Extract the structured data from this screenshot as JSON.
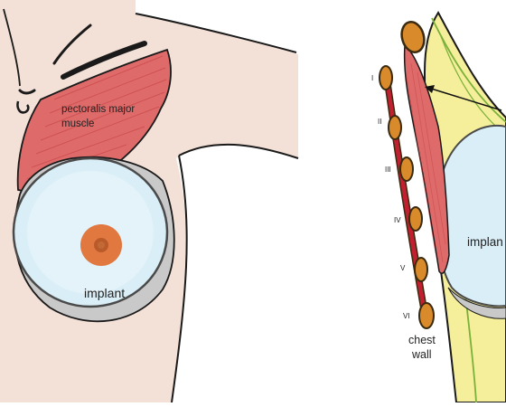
{
  "colors": {
    "skin": "#f3e0d6",
    "skin_outline": "#1a1a1a",
    "muscle": "#df6a6a",
    "muscle_stripe": "#c84848",
    "implant_fill": "#d9eef7",
    "implant_edge": "#4a4a4a",
    "shadow": "#c9c9c9",
    "nipple_outer": "#e07840",
    "nipple_inner": "#b85a2a",
    "fat": "#f5ee9a",
    "fat_line": "#7ab13a",
    "rib_fill": "#d98a2a",
    "rib_edge": "#3a2a10",
    "intercostal": "#c02030",
    "arrow": "#111111"
  },
  "left_panel": {
    "muscle_label_line1": "pectoralis major",
    "muscle_label_line2": "muscle",
    "implant_label": "implant"
  },
  "right_panel": {
    "implant_label": "implan",
    "chest_label_line1": "chest",
    "chest_label_line2": "wall",
    "rib_labels": [
      "I",
      "II",
      "III",
      "IV",
      "V",
      "VI"
    ]
  }
}
